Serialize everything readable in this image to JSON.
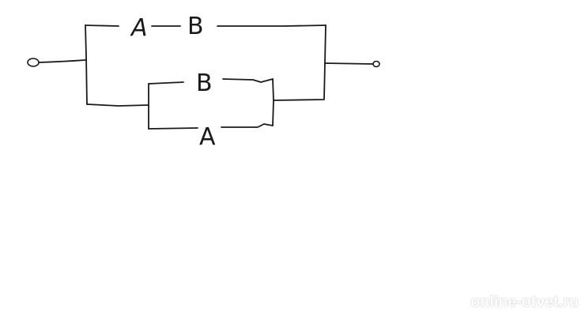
{
  "diagram": {
    "top_branch": {
      "switch_1": "A",
      "switch_2": "B"
    },
    "bottom_branch": {
      "upper_switch": "B",
      "lower_switch": "A"
    }
  },
  "watermark": "online-otvet.ru",
  "colors": {
    "ink": "#1a1a1a",
    "background": "#ffffff"
  }
}
